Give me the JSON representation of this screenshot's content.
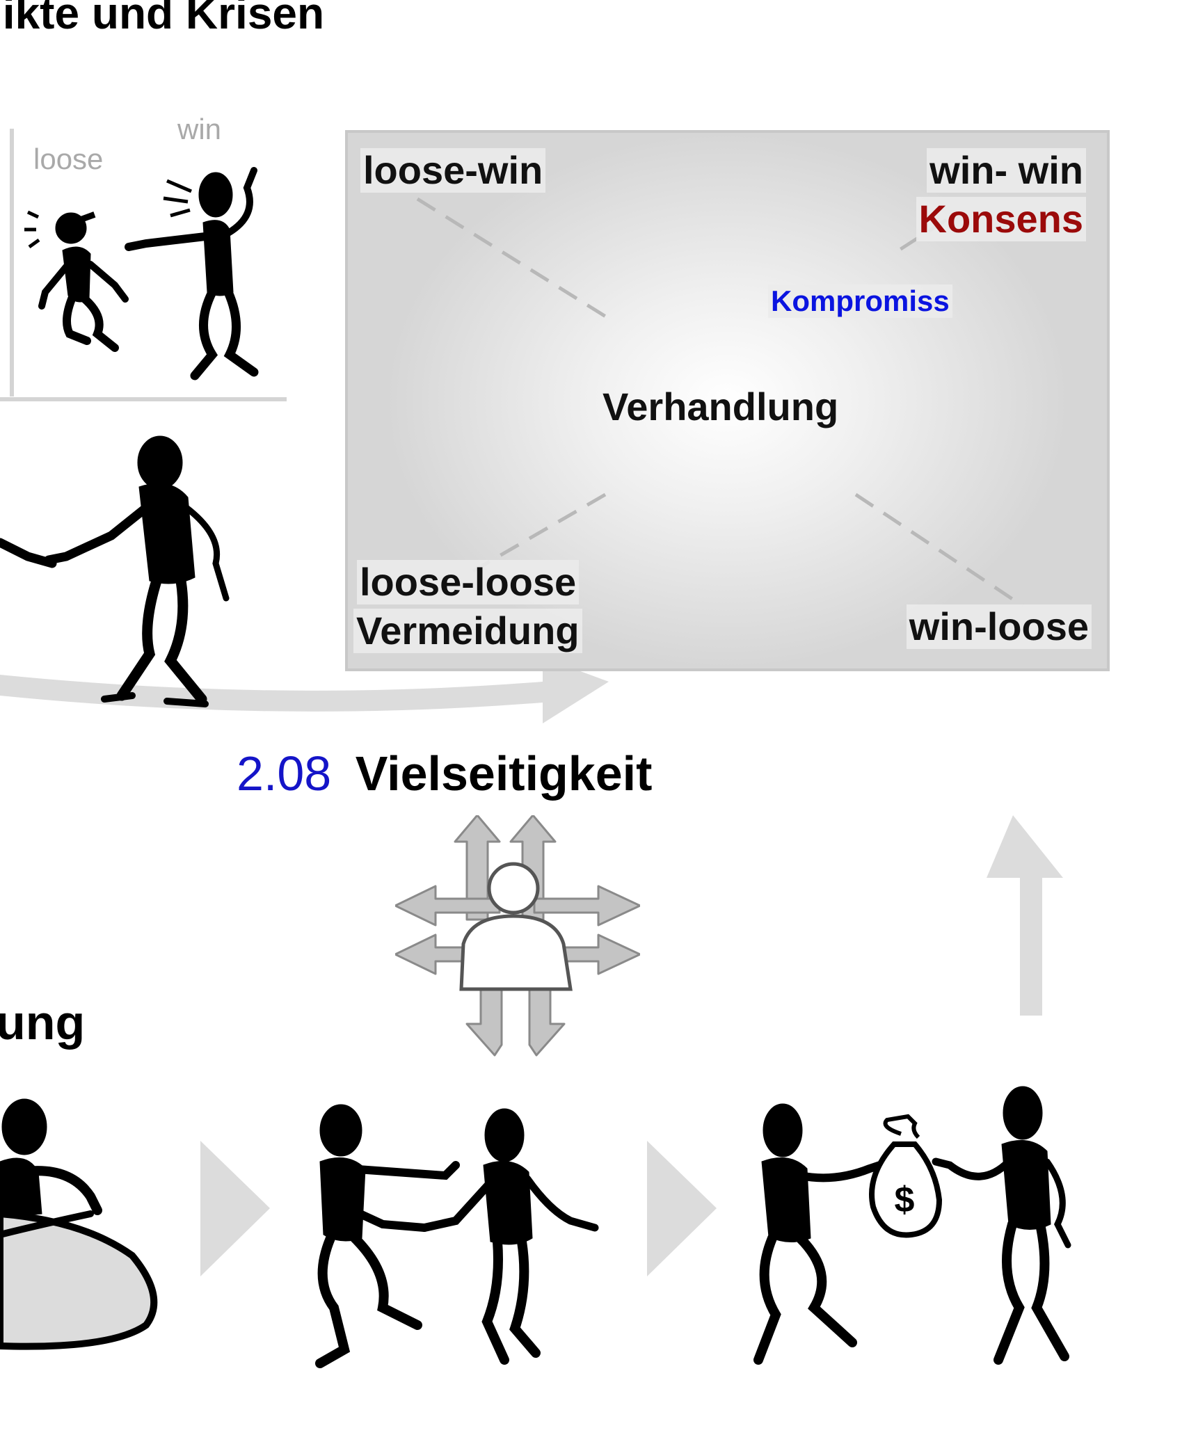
{
  "header": {
    "title": "likte und Krisen"
  },
  "top_scene": {
    "lose_label": "loose",
    "win_label": "win"
  },
  "matrix": {
    "top_left": "loose-win",
    "top_right": "win- win",
    "consensus": "Konsens",
    "compromise": "Kompromiss",
    "center": "Verhandlung",
    "bottom_left_1": "loose-loose",
    "bottom_left_2": "Vermeidung",
    "bottom_right": "win-loose"
  },
  "section": {
    "number": "2.08",
    "title": "Vielseitigkeit"
  },
  "lower": {
    "partial_heading": "ung"
  },
  "icons": {
    "person": "person-arrows-icon",
    "money_bag": "money-bag-icon",
    "money_symbol": "$",
    "chevron": "chevron-right-icon",
    "up_arrow": "arrow-up-icon"
  },
  "colors": {
    "accent_red": "#9b0a0a",
    "accent_blue": "#0a14e0",
    "section_number": "#1414c8"
  }
}
